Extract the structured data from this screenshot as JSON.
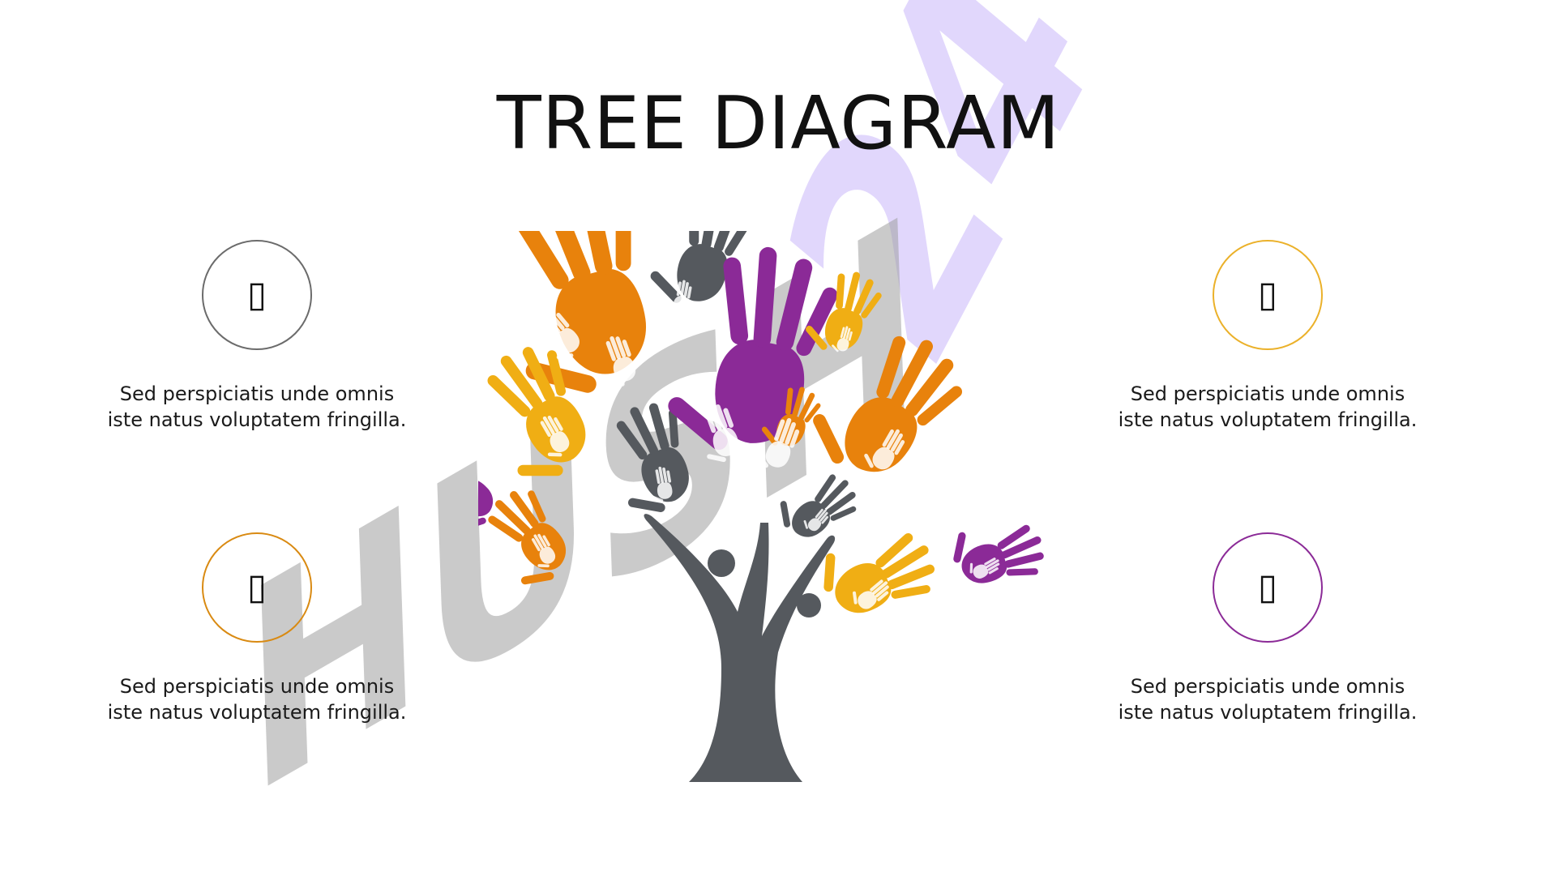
{
  "title": "TREE DIAGRAM",
  "colors": {
    "orange": "#E8820C",
    "yellow": "#F0AE14",
    "purple": "#8B2A97",
    "gray": "#55595E",
    "circle_top_left": "#6b6b6b",
    "circle_bottom_left": "#D98A12",
    "circle_top_right": "#EBB12A",
    "circle_bottom_right": "#8B2A97"
  },
  "items": [
    {
      "id": "top-left",
      "icon": "placeholder-icon",
      "glyph": "▯",
      "text": "Sed perspiciatis unde omnis\niste natus voluptatem fringilla."
    },
    {
      "id": "bottom-left",
      "icon": "placeholder-icon",
      "glyph": "▯",
      "text": "Sed perspiciatis unde omnis\niste natus voluptatem fringilla."
    },
    {
      "id": "top-right",
      "icon": "placeholder-icon",
      "glyph": "▯",
      "text": "Sed perspiciatis unde omnis\niste natus voluptatem fringilla."
    },
    {
      "id": "bottom-right",
      "icon": "placeholder-icon",
      "glyph": "▯",
      "text": "Sed perspiciatis unde omnis\niste natus voluptatem fringilla."
    }
  ],
  "watermark": {
    "text": "HUSH",
    "number": "24"
  }
}
